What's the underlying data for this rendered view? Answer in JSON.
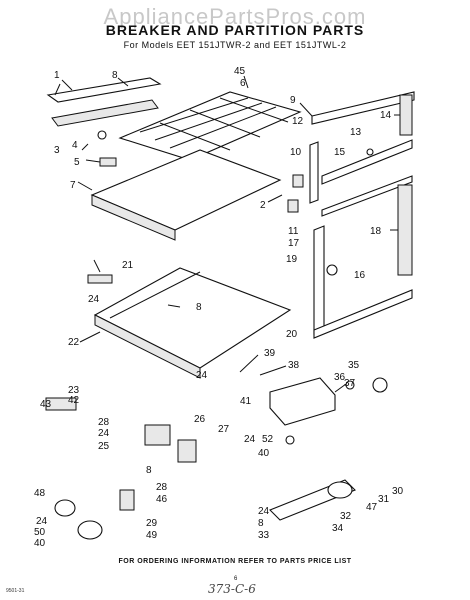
{
  "watermark": "AppliancePartsPros.com",
  "title": "BREAKER AND PARTITION PARTS",
  "subtitle": "For Models EET 151JTWR-2 and EET 151JTWL-2",
  "footer": "FOR ORDERING INFORMATION REFER TO PARTS PRICE LIST",
  "page_number": "6",
  "document_code": "9501-31",
  "handwritten_note": "373-C-6",
  "callouts": [
    {
      "id": "c1",
      "label": "1"
    },
    {
      "id": "c8a",
      "label": "8"
    },
    {
      "id": "c45",
      "label": "45"
    },
    {
      "id": "c6",
      "label": "6"
    },
    {
      "id": "c9",
      "label": "9"
    },
    {
      "id": "c14",
      "label": "14"
    },
    {
      "id": "c12",
      "label": "12"
    },
    {
      "id": "c13",
      "label": "13"
    },
    {
      "id": "c3",
      "label": "3"
    },
    {
      "id": "c4",
      "label": "4"
    },
    {
      "id": "c10",
      "label": "10"
    },
    {
      "id": "c15",
      "label": "15"
    },
    {
      "id": "c5",
      "label": "5"
    },
    {
      "id": "c7",
      "label": "7"
    },
    {
      "id": "c2",
      "label": "2"
    },
    {
      "id": "c11",
      "label": "11"
    },
    {
      "id": "c17",
      "label": "17"
    },
    {
      "id": "c18",
      "label": "18"
    },
    {
      "id": "c16",
      "label": "16"
    },
    {
      "id": "c19",
      "label": "19"
    },
    {
      "id": "c21",
      "label": "21"
    },
    {
      "id": "c24a",
      "label": "24"
    },
    {
      "id": "c8b",
      "label": "8"
    },
    {
      "id": "c20",
      "label": "20"
    },
    {
      "id": "c22",
      "label": "22"
    },
    {
      "id": "c39",
      "label": "39"
    },
    {
      "id": "c35",
      "label": "35"
    },
    {
      "id": "c38",
      "label": "38"
    },
    {
      "id": "c24b",
      "label": "24"
    },
    {
      "id": "c36",
      "label": "36"
    },
    {
      "id": "c37",
      "label": "37"
    },
    {
      "id": "c23",
      "label": "23"
    },
    {
      "id": "c42",
      "label": "42"
    },
    {
      "id": "c41",
      "label": "41"
    },
    {
      "id": "c43",
      "label": "43"
    },
    {
      "id": "c28a",
      "label": "28"
    },
    {
      "id": "c24c",
      "label": "24"
    },
    {
      "id": "c25",
      "label": "25"
    },
    {
      "id": "c26",
      "label": "26"
    },
    {
      "id": "c27",
      "label": "27"
    },
    {
      "id": "c24d",
      "label": "24"
    },
    {
      "id": "c52",
      "label": "52"
    },
    {
      "id": "c40a",
      "label": "40"
    },
    {
      "id": "c8c",
      "label": "8"
    },
    {
      "id": "c28b",
      "label": "28"
    },
    {
      "id": "c46",
      "label": "46"
    },
    {
      "id": "c30",
      "label": "30"
    },
    {
      "id": "c31",
      "label": "31"
    },
    {
      "id": "c47",
      "label": "47"
    },
    {
      "id": "c48",
      "label": "48"
    },
    {
      "id": "c29",
      "label": "29"
    },
    {
      "id": "c32",
      "label": "32"
    },
    {
      "id": "c24e",
      "label": "24"
    },
    {
      "id": "c24f",
      "label": "24"
    },
    {
      "id": "c8d",
      "label": "8"
    },
    {
      "id": "c34",
      "label": "34"
    },
    {
      "id": "c50",
      "label": "50"
    },
    {
      "id": "c49",
      "label": "49"
    },
    {
      "id": "c33",
      "label": "33"
    },
    {
      "id": "c40b",
      "label": "40"
    }
  ]
}
